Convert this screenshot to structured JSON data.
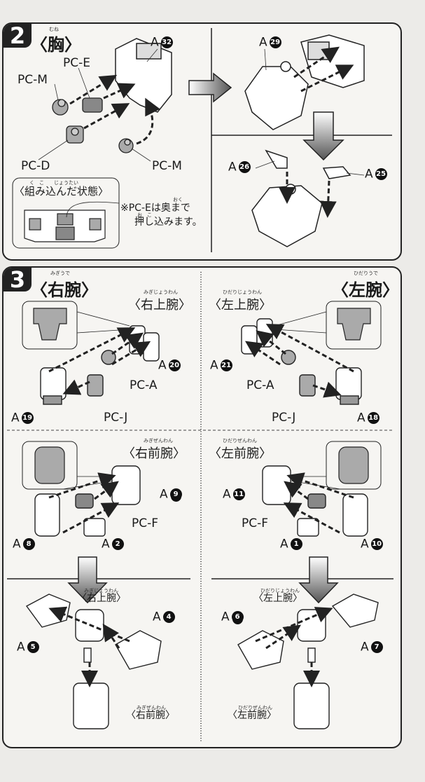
{
  "step2": {
    "number": "2",
    "title": "〈胸〉",
    "title_ruby": "むね",
    "labels": {
      "a32": {
        "prefix": "A",
        "num": "32"
      },
      "pc_e": "PC-E",
      "pc_m_top": "PC-M",
      "pc_d": "PC-D",
      "pc_m_bottom": "PC-M",
      "a29": {
        "prefix": "A",
        "num": "29"
      },
      "a26": {
        "prefix": "A",
        "num": "26"
      },
      "a25": {
        "prefix": "A",
        "num": "25"
      }
    },
    "inset_title": "〈組み込んだ状態〉",
    "inset_ruby": "く　こ　　じょうたい",
    "note_line1": "※PC-Eは奥まで",
    "note_line2": "押し込みます。",
    "note_ruby1": "おく",
    "note_ruby2": "お　こ"
  },
  "step3": {
    "number": "3",
    "right_arm": {
      "title": "〈右腕〉",
      "ruby": "みぎうで"
    },
    "left_arm": {
      "title": "〈左腕〉",
      "ruby": "ひだりうで"
    },
    "right_upper": {
      "title": "〈右上腕〉",
      "ruby": "みぎじょうわん"
    },
    "left_upper": {
      "title": "〈左上腕〉",
      "ruby": "ひだりじょうわん"
    },
    "right_fore": {
      "title": "〈右前腕〉",
      "ruby": "みぎぜんわん"
    },
    "left_fore": {
      "title": "〈左前腕〉",
      "ruby": "ひだりぜんわん"
    },
    "labels": {
      "a20": {
        "prefix": "A",
        "num": "20"
      },
      "a19": {
        "prefix": "A",
        "num": "19"
      },
      "pc_a_r": "PC-A",
      "pc_j_r": "PC-J",
      "a21": {
        "prefix": "A",
        "num": "21"
      },
      "a18": {
        "prefix": "A",
        "num": "18"
      },
      "pc_a_l": "PC-A",
      "pc_j_l": "PC-J",
      "a9": {
        "prefix": "A",
        "num": "9"
      },
      "pc_f_r": "PC-F",
      "a8": {
        "prefix": "A",
        "num": "8"
      },
      "a2": {
        "prefix": "A",
        "num": "2"
      },
      "a11": {
        "prefix": "A",
        "num": "11"
      },
      "pc_f_l": "PC-F",
      "a1": {
        "prefix": "A",
        "num": "1"
      },
      "a10": {
        "prefix": "A",
        "num": "10"
      },
      "a4": {
        "prefix": "A",
        "num": "4"
      },
      "a5": {
        "prefix": "A",
        "num": "5"
      },
      "a6": {
        "prefix": "A",
        "num": "6"
      },
      "a7": {
        "prefix": "A",
        "num": "7"
      }
    }
  }
}
